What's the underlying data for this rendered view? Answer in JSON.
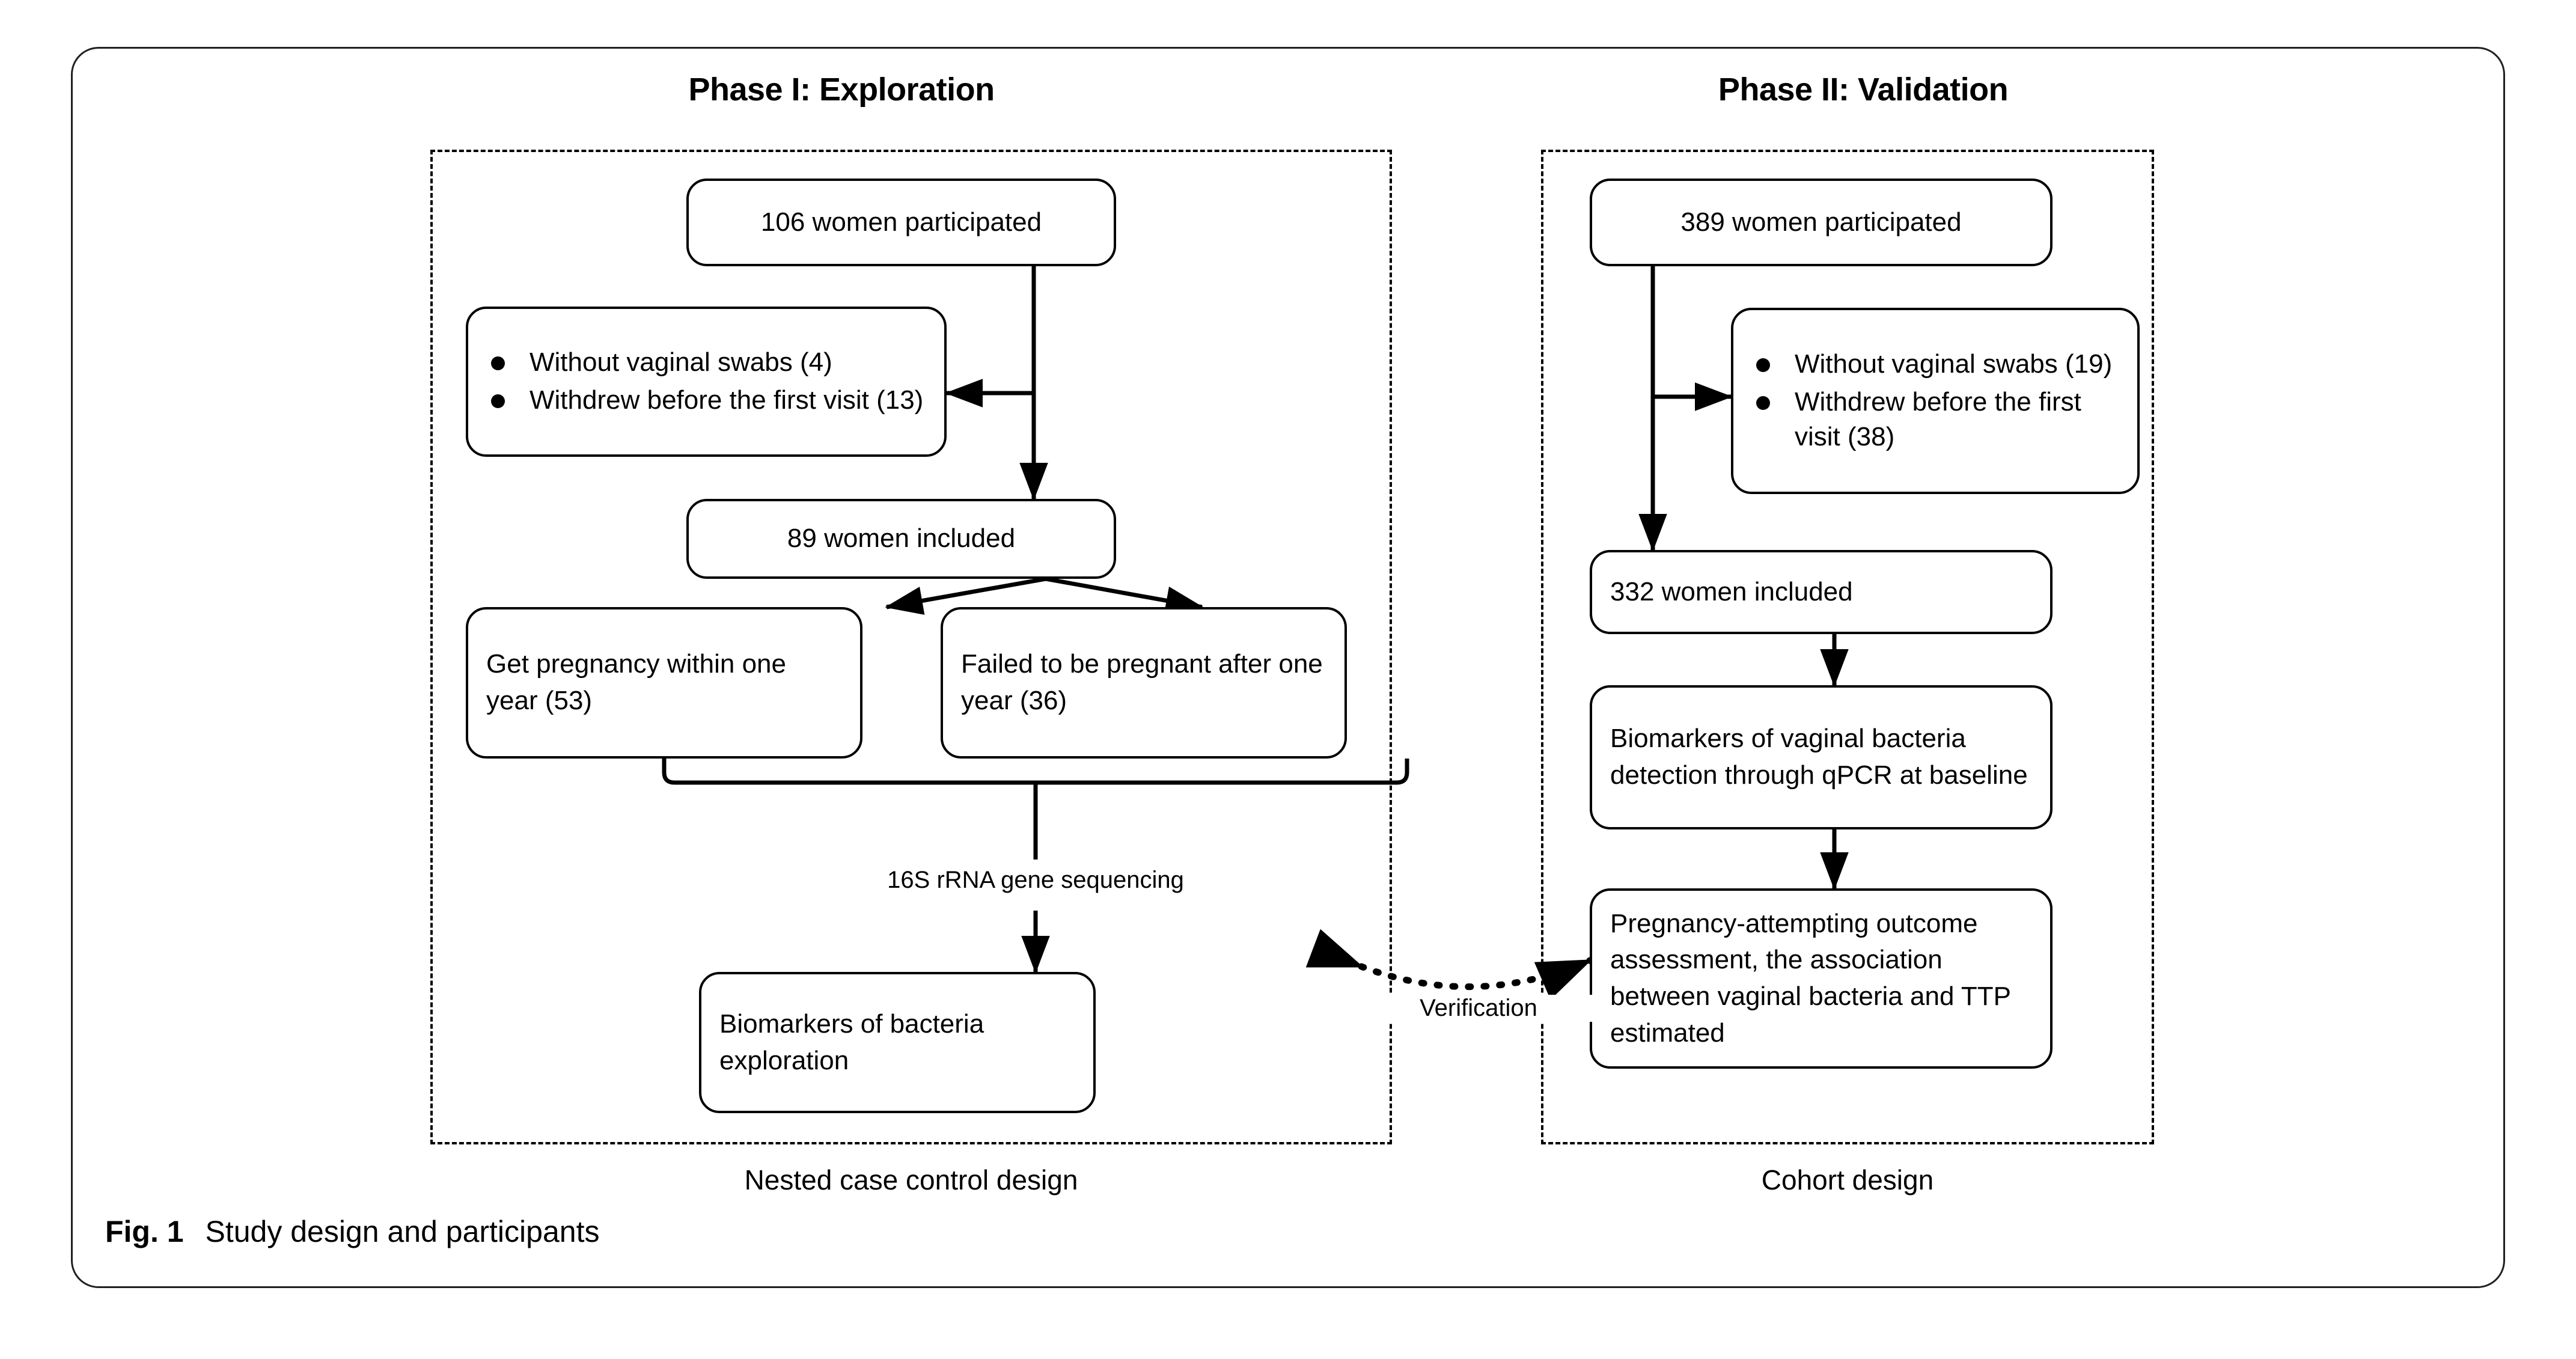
{
  "figure": {
    "label": "Fig. 1",
    "caption": "Study design and participants"
  },
  "phases": [
    {
      "title": "Phase I: Exploration",
      "design_caption": "Nested case control design",
      "nodes": {
        "participated": "106 women participated",
        "excluded_bullets": [
          "Without vaginal swabs (4)",
          "Withdrew before the first visit (13)"
        ],
        "included": "89 women included",
        "branch_left": "Get pregnancy within one year (53)",
        "branch_right": "Failed to be pregnant after one year (36)",
        "outcome": "Biomarkers of bacteria exploration"
      },
      "edge_labels": {
        "sequencing": "16S rRNA gene sequencing"
      }
    },
    {
      "title": "Phase II: Validation",
      "design_caption": "Cohort design",
      "nodes": {
        "participated": "389 women participated",
        "excluded_bullets": [
          "Without vaginal swabs (19)",
          "Withdrew before the first visit (38)"
        ],
        "included": "332 women included",
        "detection": "Biomarkers of vaginal bacteria detection through qPCR at baseline",
        "assessment": "Pregnancy-attempting outcome assessment, the association between vaginal bacteria and TTP estimated"
      }
    }
  ],
  "cross_link": {
    "label": "Verification"
  },
  "colors": {
    "ink": "#000000",
    "card_border": "#231f20",
    "background": "#ffffff"
  }
}
